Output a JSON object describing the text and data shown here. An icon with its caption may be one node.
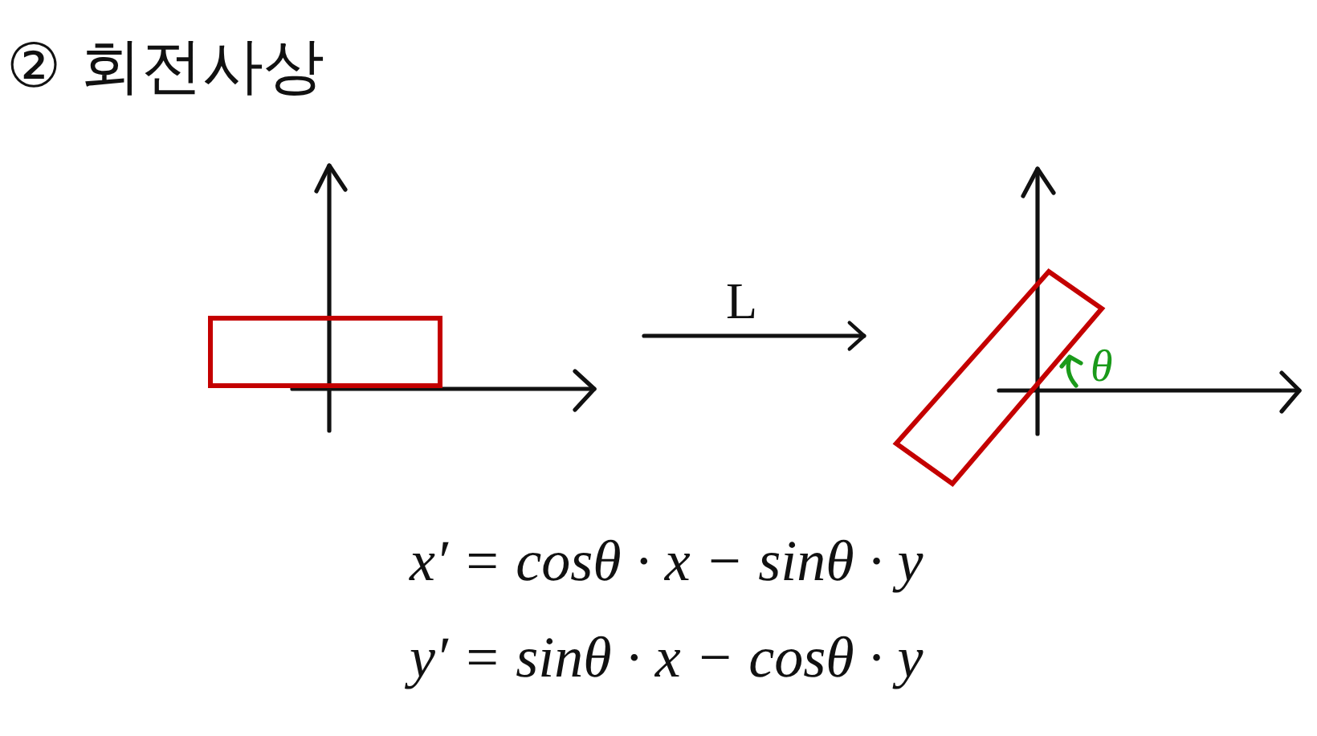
{
  "diagram": {
    "title": "② 회전사상",
    "nodes": [
      {
        "text": [],
        "shape": "picture"
      },
      {
        "text": [],
        "shape": "picture"
      }
    ],
    "edges": [
      {
        "from": 0,
        "to": 1,
        "arrow": "to",
        "label": "L"
      }
    ],
    "labels": [
      "θ",
      "x′ = cosθ · x − sinθ · y",
      "y′ = sinθ · x − cosθ · y"
    ]
  }
}
